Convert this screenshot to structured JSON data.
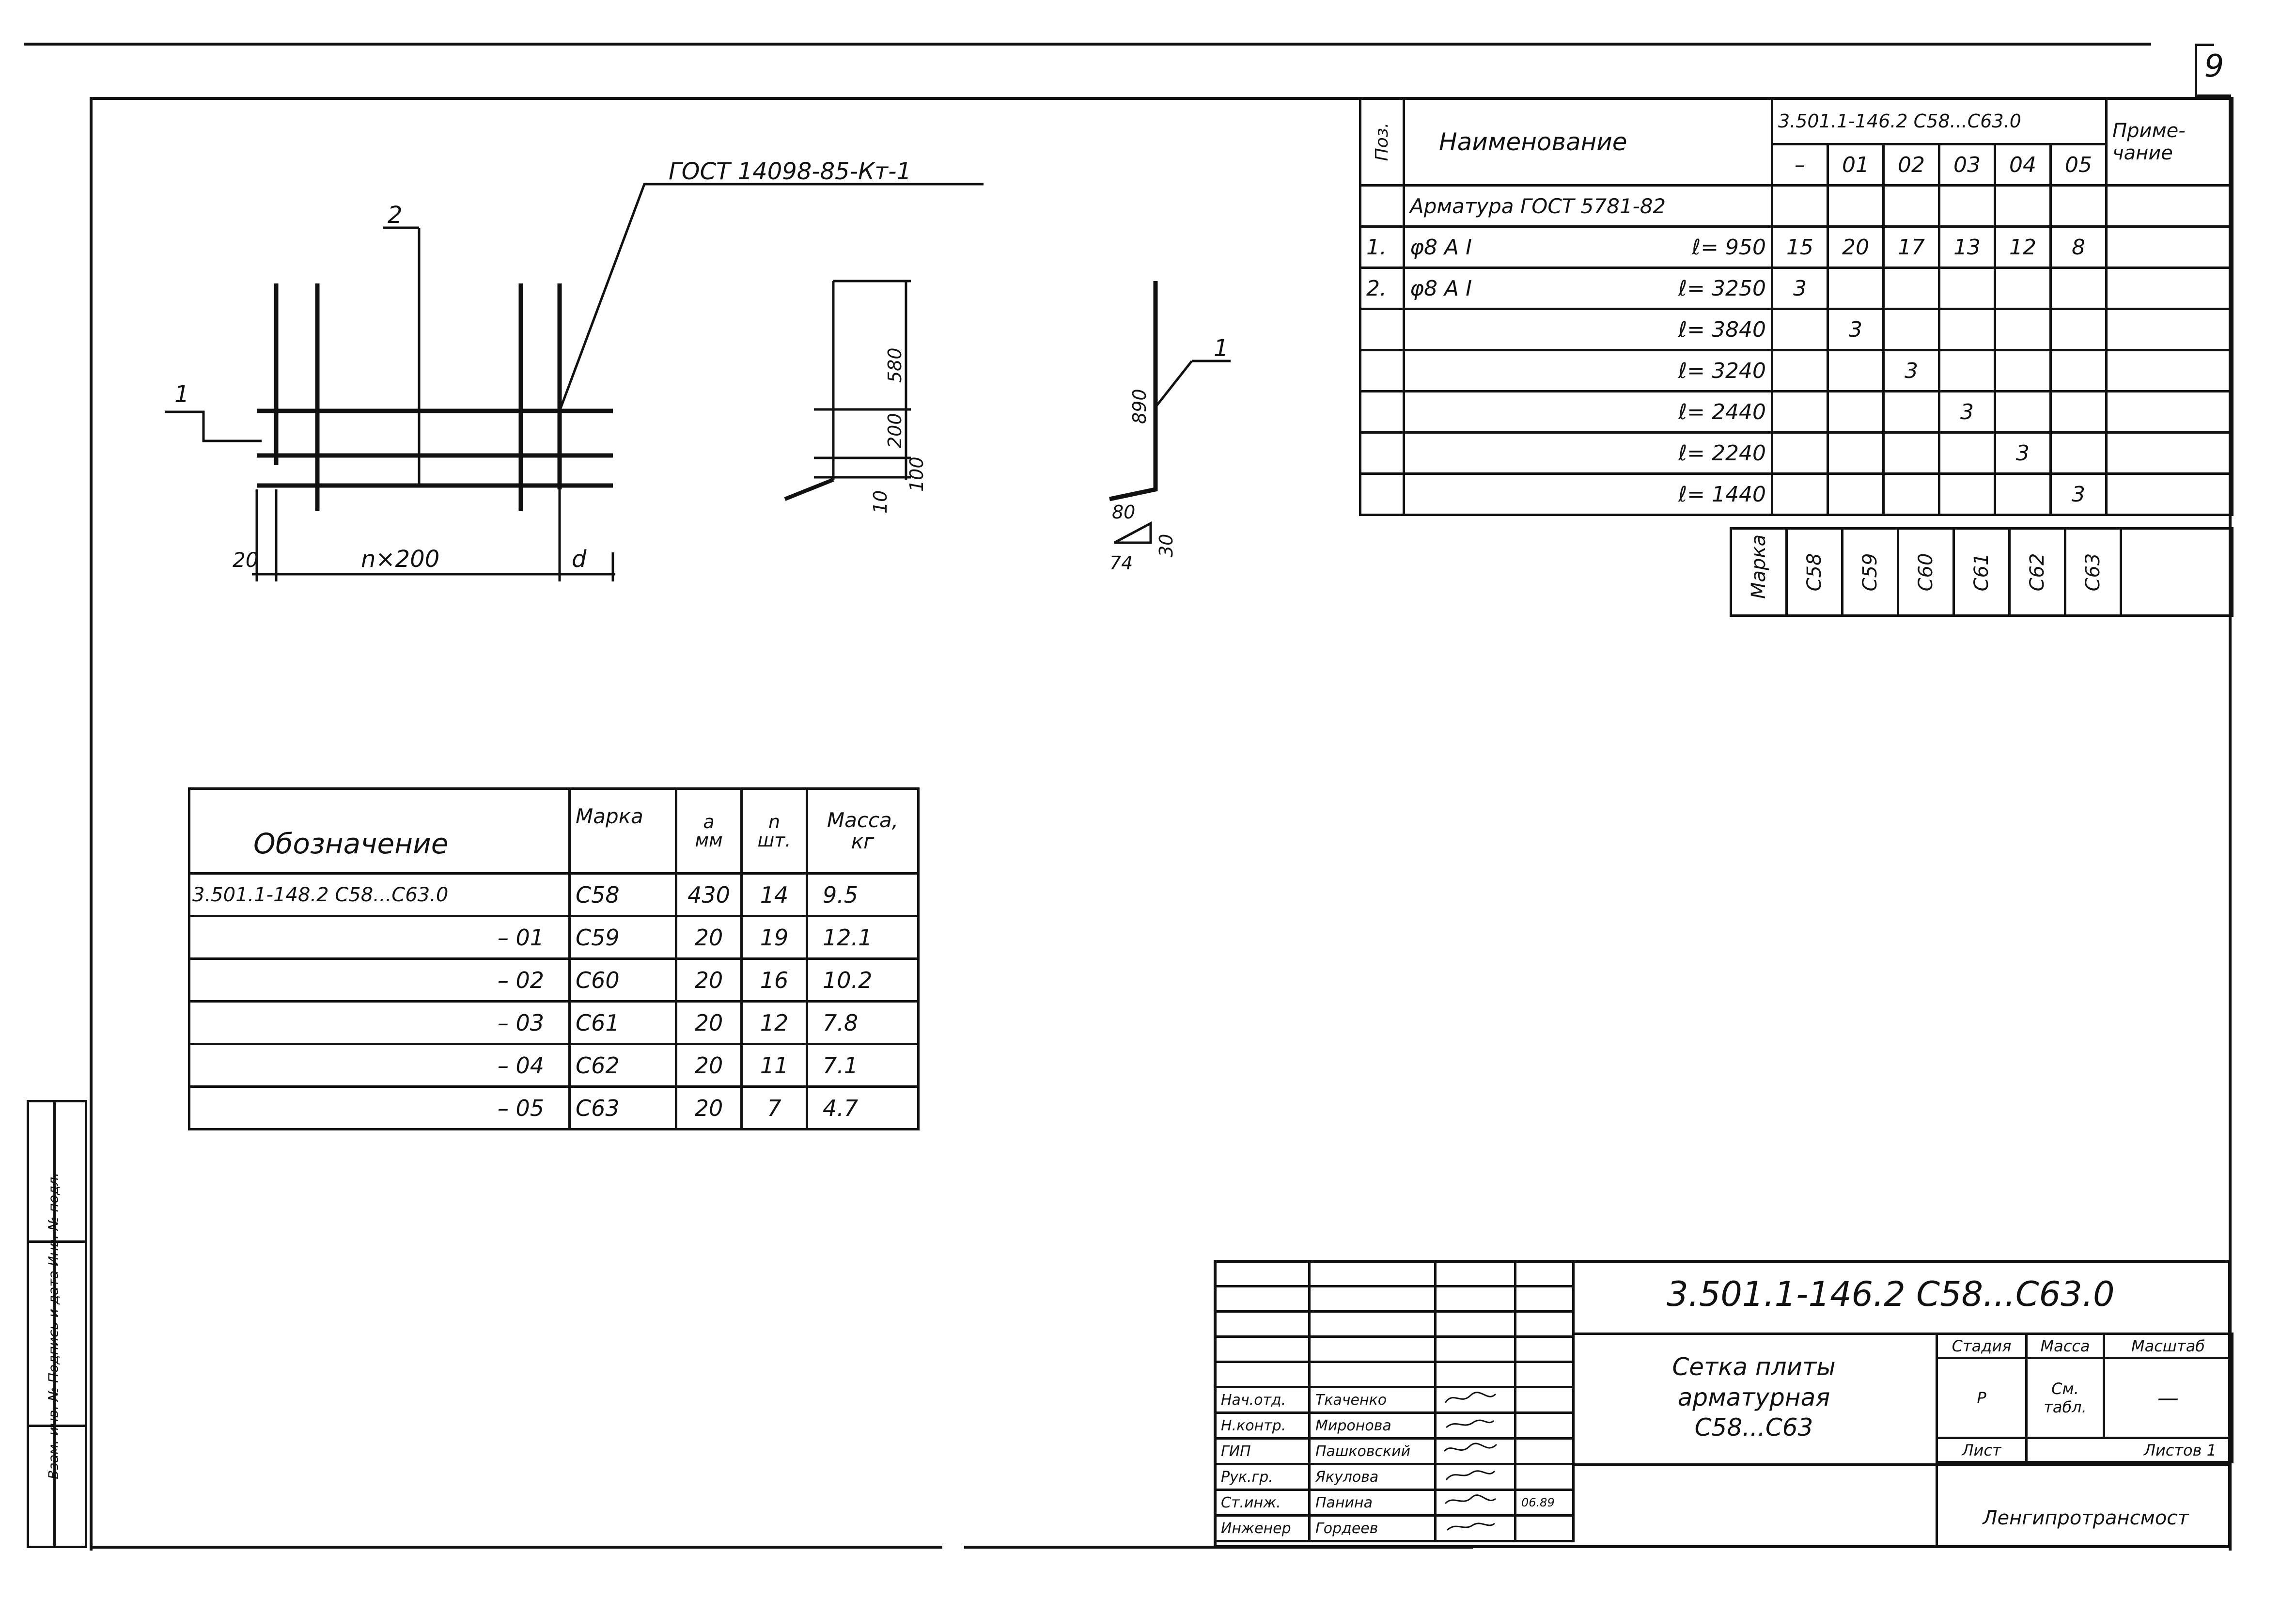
{
  "page_number": "9",
  "drawing": {
    "leader_label": "ГОСТ 14098-85-Кт-1",
    "pos1": "1",
    "pos2": "2",
    "dim_left": "20",
    "dim_span": "n×200",
    "dim_right": "d",
    "v_dim_top": "580",
    "v_dim_mid": "200",
    "v_dim_low": "100",
    "v_dim_bottom": "10",
    "bar_height": "890",
    "bar_pos": "1",
    "bar_foot": "80",
    "slope_a": "74",
    "slope_b": "30"
  },
  "spec": {
    "col_pos": "Поз.",
    "col_name": "Наименование",
    "doc_code": "3.501.1-146.2    С58...С63.0",
    "col_note": "Приме-\nчание",
    "variants": [
      "–",
      "01",
      "02",
      "03",
      "04",
      "05"
    ],
    "section": "Арматура  ГОСТ 5781-82",
    "rows": [
      {
        "pos": "1.",
        "bar": "φ8 А I",
        "len": "ℓ= 950",
        "qty": [
          "15",
          "20",
          "17",
          "13",
          "12",
          "8"
        ]
      },
      {
        "pos": "2.",
        "bar": "φ8 А I",
        "len": "ℓ= 3250",
        "qty": [
          "3",
          "",
          "",
          "",
          "",
          ""
        ]
      },
      {
        "pos": "",
        "bar": "",
        "len": "ℓ= 3840",
        "qty": [
          "",
          "3",
          "",
          "",
          "",
          ""
        ]
      },
      {
        "pos": "",
        "bar": "",
        "len": "ℓ= 3240",
        "qty": [
          "",
          "",
          "3",
          "",
          "",
          ""
        ]
      },
      {
        "pos": "",
        "bar": "",
        "len": "ℓ= 2440",
        "qty": [
          "",
          "",
          "",
          "3",
          "",
          ""
        ]
      },
      {
        "pos": "",
        "bar": "",
        "len": "ℓ= 2240",
        "qty": [
          "",
          "",
          "",
          "",
          "3",
          ""
        ]
      },
      {
        "pos": "",
        "bar": "",
        "len": "ℓ= 1440",
        "qty": [
          "",
          "",
          "",
          "",
          "",
          "3"
        ]
      }
    ],
    "marka_label": "Марка",
    "marks": [
      "С58",
      "С59",
      "С60",
      "С61",
      "С62",
      "С63"
    ]
  },
  "designation": {
    "headers": {
      "name": "Обозначение",
      "mark": "Марка",
      "a": "a\nмм",
      "n": "n\nшт.",
      "mass": "Масса,\nкг"
    },
    "rows": [
      {
        "des": "3.501.1-148.2  С58...С63.0",
        "mark": "С58",
        "a": "430",
        "n": "14",
        "mass": "9.5"
      },
      {
        "des": "– 01",
        "mark": "С59",
        "a": "20",
        "n": "19",
        "mass": "12.1"
      },
      {
        "des": "– 02",
        "mark": "С60",
        "a": "20",
        "n": "16",
        "mass": "10.2"
      },
      {
        "des": "– 03",
        "mark": "С61",
        "a": "20",
        "n": "12",
        "mass": "7.8"
      },
      {
        "des": "– 04",
        "mark": "С62",
        "a": "20",
        "n": "11",
        "mass": "7.1"
      },
      {
        "des": "– 05",
        "mark": "С63",
        "a": "20",
        "n": "7",
        "mass": "4.7"
      }
    ]
  },
  "title_block": {
    "code": "3.501.1-146.2   С58...С63.0",
    "name": "Сетка   плиты\nарматурная\nС58...С63",
    "stage_h": "Стадия",
    "mass_h": "Масса",
    "scale_h": "Масштаб",
    "stage": "Р",
    "mass": "См.\nтабл.",
    "scale": "—",
    "sheet": "Лист",
    "sheets": "Листов 1",
    "org": "Ленгипротрансмост",
    "staff": [
      {
        "role": "Нач.отд.",
        "name": "Ткаченко",
        "date": ""
      },
      {
        "role": "Н.контр.",
        "name": "Миронова",
        "date": ""
      },
      {
        "role": "ГИП",
        "name": "Пашковский",
        "date": ""
      },
      {
        "role": "Рук.гр.",
        "name": "Якулова",
        "date": ""
      },
      {
        "role": "Ст.инж.",
        "name": "Панина",
        "date": "06.89"
      },
      {
        "role": "Инженер",
        "name": "Гордеев",
        "date": ""
      }
    ]
  },
  "side_stamp": "Взам. инв. №   Подпись и дата   Инв. № подл."
}
